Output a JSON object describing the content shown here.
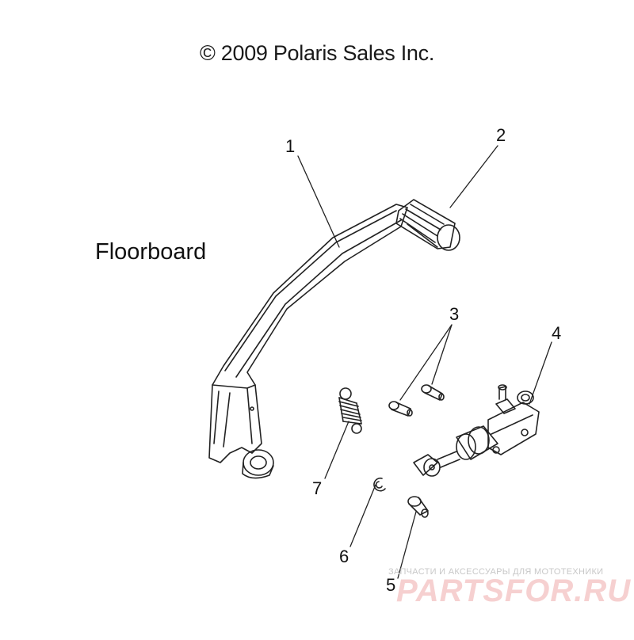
{
  "header": {
    "copyright": "© 2009 Polaris Sales Inc."
  },
  "labels": {
    "area": "Floorboard"
  },
  "callouts": [
    {
      "num": "1",
      "part": "brake-pedal"
    },
    {
      "num": "2",
      "part": "pedal-pad"
    },
    {
      "num": "3",
      "part": "pins"
    },
    {
      "num": "4",
      "part": "master-cylinder"
    },
    {
      "num": "5",
      "part": "clevis-pin"
    },
    {
      "num": "6",
      "part": "e-clip"
    },
    {
      "num": "7",
      "part": "return-spring"
    }
  ],
  "watermark": {
    "subtitle": "ЗАПЧАСТИ И АКСЕССУАРЫ ДЛЯ МОТОТЕХНИКИ",
    "brand": "PARTSFOR.RU"
  }
}
